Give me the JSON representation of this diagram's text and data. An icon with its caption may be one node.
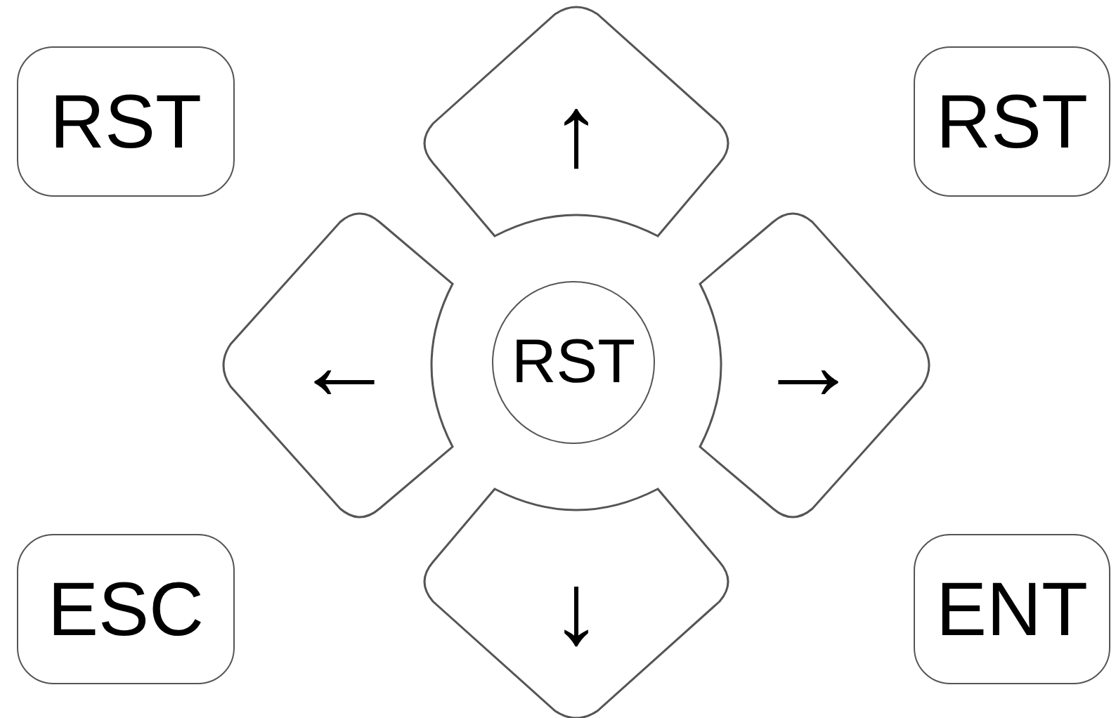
{
  "diagram": {
    "nodes": [
      {
        "text": [
          "RST"
        ]
      },
      {
        "text": [
          "↑"
        ]
      },
      {
        "text": [
          "RST"
        ]
      },
      {
        "text": [
          "←"
        ]
      },
      {
        "text": [
          "RST"
        ]
      },
      {
        "text": [
          "→"
        ]
      },
      {
        "text": [
          "ESC"
        ]
      },
      {
        "text": [
          "↓"
        ]
      },
      {
        "text": [
          "ENT"
        ]
      }
    ]
  }
}
